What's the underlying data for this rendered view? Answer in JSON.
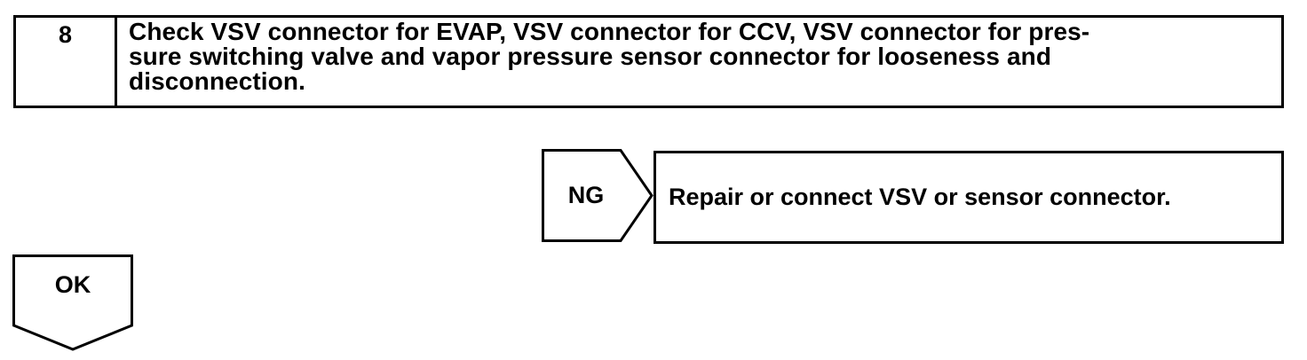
{
  "step": {
    "number": "8",
    "lines": [
      "Check VSV connector for EVAP, VSV connector for CCV, VSV connector for pres-",
      "sure switching valve and vapor pressure sensor connector for looseness and",
      "disconnection."
    ]
  },
  "ng_branch": {
    "label": "NG",
    "action": "Repair or connect VSV or sensor connector."
  },
  "ok_branch": {
    "label": "OK"
  }
}
